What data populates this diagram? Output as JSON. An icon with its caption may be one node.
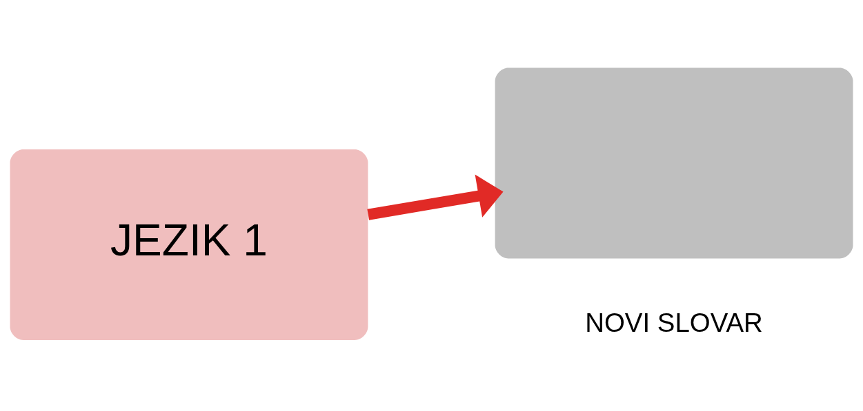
{
  "diagram": {
    "nodes": [
      {
        "text": [
          "JEZIK 1"
        ]
      },
      {
        "text": [],
        "shape": "box"
      }
    ],
    "edges": [
      {
        "from": 0,
        "to": 1,
        "arrow": "to",
        "color": "#e12a26"
      }
    ],
    "labels": [
      "NOVI SLOVAR"
    ]
  }
}
